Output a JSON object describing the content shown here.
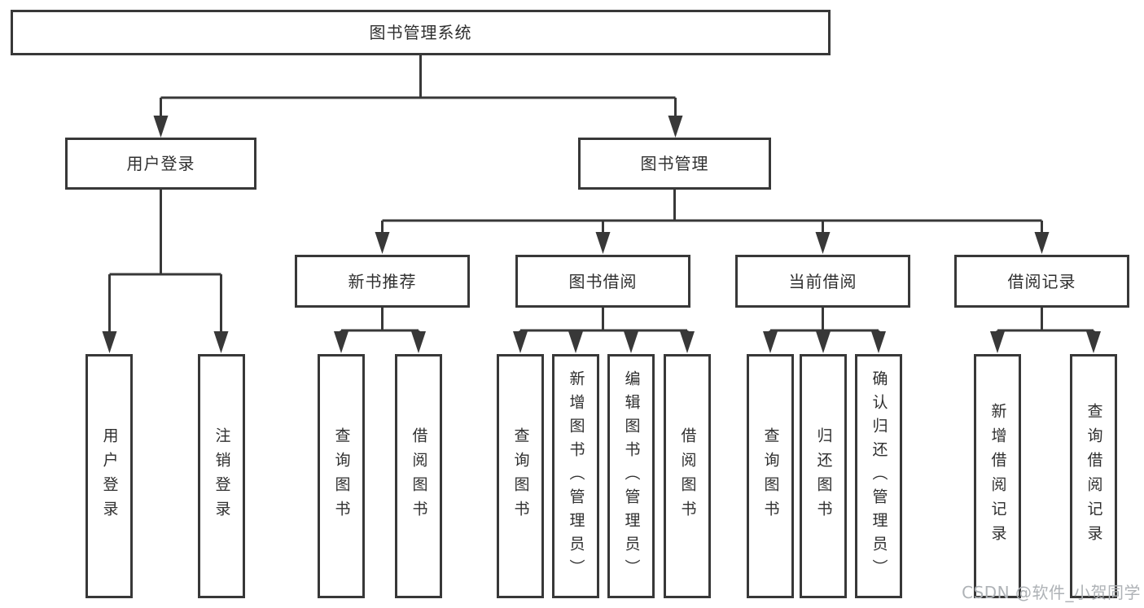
{
  "tree": {
    "root": {
      "label": "图书管理系统",
      "children": [
        {
          "label": "用户登录",
          "children": [
            {
              "label": "用户登录"
            },
            {
              "label": "注销登录"
            }
          ]
        },
        {
          "label": "图书管理",
          "children": [
            {
              "label": "新书推荐",
              "children": [
                {
                  "label": "查询图书"
                },
                {
                  "label": "借阅图书"
                }
              ]
            },
            {
              "label": "图书借阅",
              "children": [
                {
                  "label": "查询图书"
                },
                {
                  "label": "新增图书（管理员）"
                },
                {
                  "label": "编辑图书（管理员）"
                },
                {
                  "label": "借阅图书"
                }
              ]
            },
            {
              "label": "当前借阅",
              "children": [
                {
                  "label": "查询图书"
                },
                {
                  "label": "归还图书"
                },
                {
                  "label": "确认归还（管理员）"
                }
              ]
            },
            {
              "label": "借阅记录",
              "children": [
                {
                  "label": "新增借阅记录"
                },
                {
                  "label": "查询借阅记录"
                }
              ]
            }
          ]
        }
      ]
    }
  },
  "watermark": {
    "text": "CSDN @软件_小贺同学"
  },
  "colors": {
    "line": "#383838",
    "box_border": "#383838",
    "box_background": "#ffffff",
    "text": "#2f2f2f",
    "watermark": "#aeb2b6",
    "page_background": "#ffffff"
  }
}
